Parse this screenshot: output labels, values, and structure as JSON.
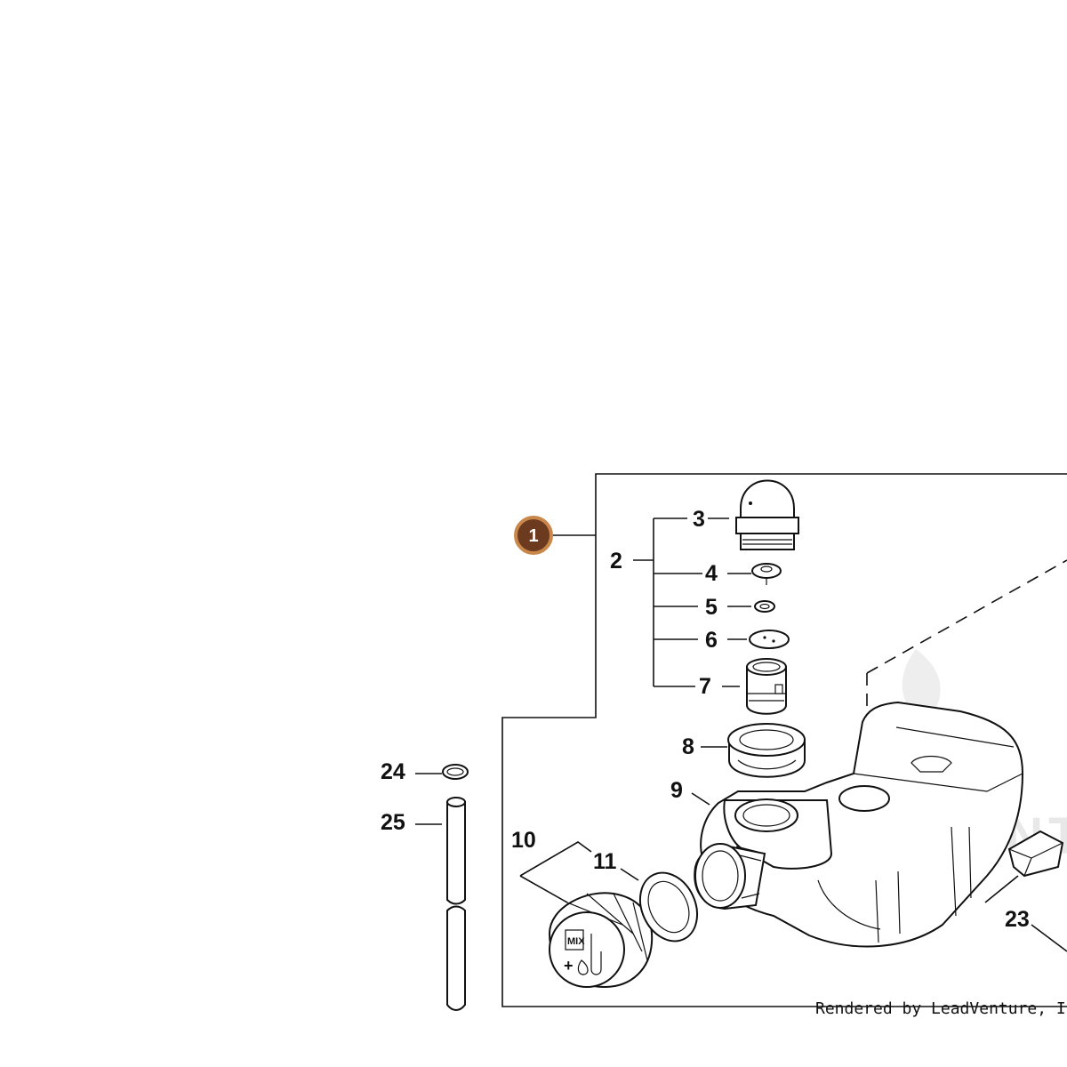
{
  "callouts": {
    "c1": "1",
    "c2": "2",
    "c3": "3",
    "c4": "4",
    "c5": "5",
    "c6": "6",
    "c7": "7",
    "c8": "8",
    "c9": "9",
    "c10": "10",
    "c11": "11",
    "c23": "23",
    "c24": "24",
    "c25": "25"
  },
  "badge": {
    "fill": "#6b3a1f",
    "ring": "#c9874a"
  },
  "tank_markings": {
    "mix": "MIX",
    "plus": "+"
  },
  "watermark": "LEADVENTURE",
  "credit": "Rendered by LeadVenture, Inc."
}
